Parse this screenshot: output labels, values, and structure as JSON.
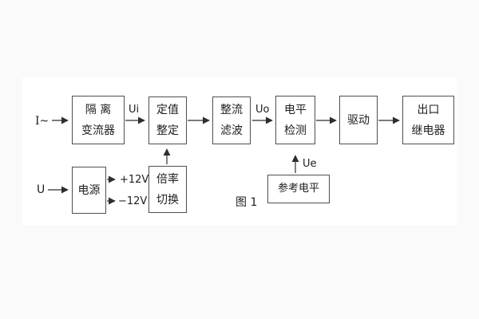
{
  "figure": {
    "caption": "图 1"
  },
  "blocks": {
    "isolation": {
      "line1": "隔 离",
      "line2": "变流器"
    },
    "setting": {
      "line1": "定值",
      "line2": "整定"
    },
    "rectifier_filter": {
      "line1": "整流",
      "line2": "滤波"
    },
    "level_detect": {
      "line1": "电平",
      "line2": "检测"
    },
    "drive": {
      "line1": "驱动"
    },
    "output_relay": {
      "line1": "出口",
      "line2": "继电器"
    },
    "power": {
      "line1": "电源"
    },
    "ratio_switch": {
      "line1": "倍率",
      "line2": "切换"
    },
    "reference_level": {
      "line1": "参考电平"
    }
  },
  "signals": {
    "input_current": "I~",
    "input_voltage": "U",
    "ui": "Ui",
    "uo": "Uo",
    "ue": "Ue",
    "plus_12v": "+12V",
    "minus_12v": "−12V"
  },
  "colors": {
    "canvas_bg": "#fafafa",
    "panel_bg": "#ffffff",
    "border": "#4f4f4f",
    "line": "#2e2e2e",
    "text": "#1e1e1e"
  }
}
